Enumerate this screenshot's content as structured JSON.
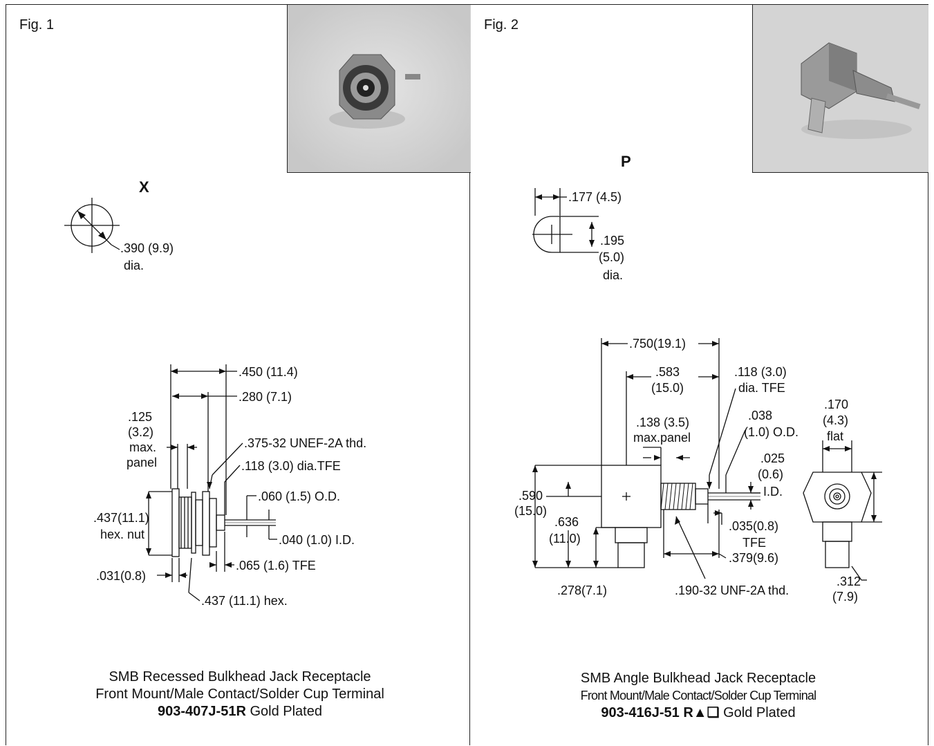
{
  "fig1": {
    "label": "Fig. 1",
    "view_letter": "X",
    "dims": {
      "dia": ".390 (9.9)",
      "dia_word": "dia.",
      "d450": ".450 (11.4)",
      "d280": ".280 (7.1)",
      "panel_1": ".125",
      "panel_2": "(3.2)",
      "panel_3": "max.",
      "panel_4": "panel",
      "thread": ".375-32 UNEF-2A thd.",
      "tfe_dia": ".118 (3.0) dia.TFE",
      "od": ".060 (1.5) O.D.",
      "hexnut_1": ".437(11.1)",
      "hexnut_2": "hex. nut",
      "id": ".040 (1.0) I.D.",
      "d031": ".031(0.8)",
      "tfe065": ".065 (1.6) TFE",
      "hex": ".437 (11.1) hex."
    },
    "caption": {
      "line1": "SMB Recessed Bulkhead Jack Receptacle",
      "line2": "Front Mount/Male Contact/Solder Cup Terminal",
      "part": "903-407J-51R",
      "finish": "Gold Plated"
    }
  },
  "fig2": {
    "label": "Fig. 2",
    "view_letter": "P",
    "dims": {
      "d177": ".177 (4.5)",
      "d195_1": ".195",
      "d195_2": "(5.0)",
      "d195_3": "dia.",
      "d750": ".750(19.1)",
      "d583_1": ".583",
      "d583_2": "(15.0)",
      "d118_1": ".118 (3.0)",
      "d118_2": "dia. TFE",
      "d138_1": ".138 (3.5)",
      "d138_2": "max.panel",
      "d038_1": ".038",
      "d038_2": "(1.0) O.D.",
      "d170_1": ".170",
      "d170_2": "(4.3)",
      "d170_3": "flat",
      "d025_1": ".025",
      "d025_2": "(0.6)",
      "d025_3": "I.D.",
      "d590_1": ".590",
      "d590_2": "(15.0)",
      "d636_1": ".636",
      "d636_2": "(11.0)",
      "d035_1": ".035(0.8)",
      "d035_2": "TFE",
      "d379": ".379(9.6)",
      "d278": ".278(7.1)",
      "thread": ".190-32 UNF-2A thd.",
      "d312_1": ".312",
      "d312_2": "(7.9)"
    },
    "caption": {
      "line1": "SMB Angle Bulkhead Jack Receptacle",
      "line2": "Front Mount/Male Contact/Solder Cup Terminal",
      "part": "903-416J-51 R▲❑",
      "finish": "Gold Plated"
    }
  }
}
